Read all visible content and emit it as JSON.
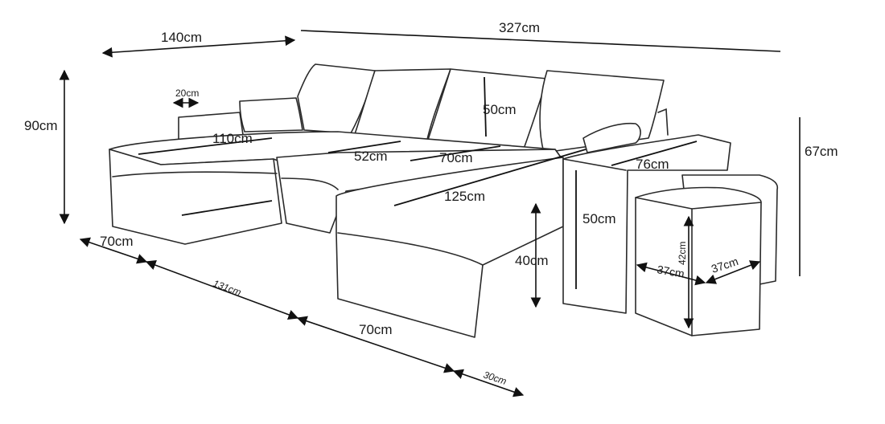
{
  "dimensions": {
    "overall_width": "327cm",
    "chaise_width": "140cm",
    "back_height": "90cm",
    "armrest_width": "20cm",
    "seat_depth_left": "110cm",
    "seat_width_middle": "52cm",
    "backrest_height": "50cm",
    "seat_width_right": "70cm",
    "armrest_depth": "76cm",
    "chaise_length": "125cm",
    "armrest_height": "50cm",
    "seat_height": "40cm",
    "right_height": "67cm",
    "front_left": "70cm",
    "front_middle": "131cm",
    "front_right": "70cm",
    "front_end": "30cm",
    "pouf_height": "42cm",
    "pouf_width": "37cm",
    "pouf_depth": "37cm"
  }
}
